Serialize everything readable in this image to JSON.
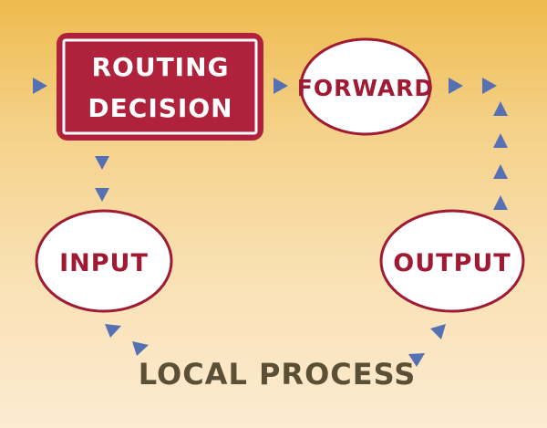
{
  "nodes": {
    "routing_decision": {
      "line1": "ROUTING",
      "line2": "DECISION"
    },
    "forward": {
      "label": "FORWARD"
    },
    "input": {
      "label": "INPUT"
    },
    "output": {
      "label": "OUTPUT"
    },
    "local_process": {
      "label": "LOCAL PROCESS"
    }
  },
  "colors": {
    "box_fill": "#b0223c",
    "box_border": "#ffffff",
    "ellipse_border": "#a01a33",
    "ellipse_fill": "#ffffff",
    "text_red": "#a01a33",
    "text_white": "#ffffff",
    "text_local": "#5b5036",
    "arrow": "#5670b4"
  }
}
